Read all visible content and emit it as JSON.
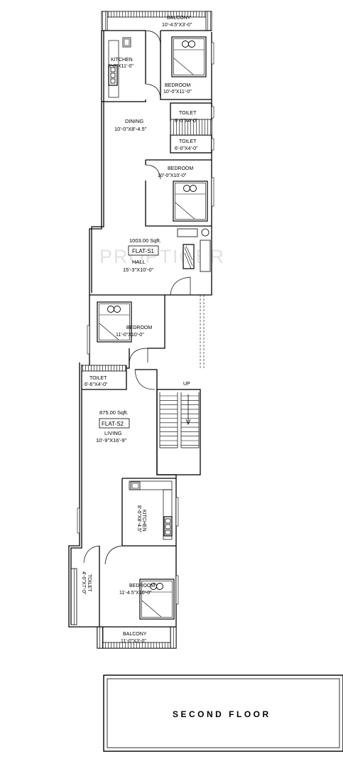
{
  "watermark": "PROPTIGER",
  "floor_title": "SECOND FLOOR",
  "flat_s1": {
    "label": "FLAT-S1",
    "area": "1003.00 Sqft.",
    "rooms": {
      "balcony": {
        "name": "BALCONY",
        "dim": "10'-4.5\"X3'-0\""
      },
      "kitchen": {
        "name": "KITCHEN",
        "dim": "6'-0\"X11'-0\""
      },
      "bedroom_top": {
        "name": "BEDROOM",
        "dim": "10'-0\"X11'-0\""
      },
      "dining": {
        "name": "DINING",
        "dim": "10'-0\"X8'-4.5\""
      },
      "toilet_1": {
        "name": "TOILET",
        "dim": "6'-0\"X4'-0\""
      },
      "toilet_2": {
        "name": "TOILET",
        "dim": "6'-0\"X4'-0\""
      },
      "bedroom_mid": {
        "name": "BEDROOM",
        "dim": "10'-0\"X10'-0\""
      },
      "hall": {
        "name": "HALL",
        "dim": "15'-3\"X10'-0\""
      },
      "bedroom_low": {
        "name": "BEDROOM",
        "dim": "11'-0\"X10'-0\""
      }
    }
  },
  "flat_s2": {
    "label": "FLAT-S2",
    "area": "875.00 Sqft.",
    "rooms": {
      "toilet": {
        "name": "TOILET",
        "dim": "6'-6\"X4'-0\""
      },
      "living": {
        "name": "LIVING",
        "dim": "10'-9\"X16'-9\""
      },
      "kitchen": {
        "name": "KITCHEN",
        "dim": "8'-0\"X8'-4.5\""
      },
      "toilet_side": {
        "name": "TOILET",
        "dim": "4'-0\"X7'-0\""
      },
      "bedroom": {
        "name": "BEDROOM",
        "dim": "11'-4.5\"X10'-0\""
      },
      "balcony": {
        "name": "BALCONY",
        "dim": "11'-0\"X3'-0\""
      }
    }
  },
  "staircase": {
    "direction": "UP"
  }
}
